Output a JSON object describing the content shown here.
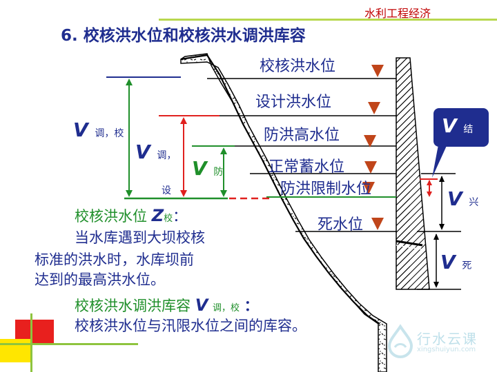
{
  "header": {
    "label": "水利工程经济"
  },
  "title": {
    "number": "6.",
    "text": "校核洪水位和校核洪水调洪库容"
  },
  "diagram": {
    "levels": [
      {
        "name": "校核洪水位"
      },
      {
        "name": "设计洪水位"
      },
      {
        "name": "防洪高水位"
      },
      {
        "name": "正常蓄水位"
      },
      {
        "name": "防洪限制水位"
      },
      {
        "name": "死水位"
      }
    ],
    "volumes": {
      "v_diao_xiao": {
        "main": "V",
        "sub": "调，校"
      },
      "v_diao_she": {
        "main": "V",
        "sub1": "调，",
        "sub2": "设"
      },
      "v_fang": {
        "main": "V",
        "sub": "防"
      },
      "v_jie": {
        "main": "V",
        "sub": "结"
      },
      "v_xing": {
        "main": "V",
        "sub": "兴"
      },
      "v_si": {
        "main": "V",
        "sub": "死"
      }
    },
    "colors": {
      "green": "#1f8f2a",
      "red": "#e0201e",
      "blue": "#1f2d8f",
      "triangle": "#c0451a"
    }
  },
  "body": {
    "def1_term": "校核洪水位",
    "def1_symbol": "Z",
    "def1_sub": "校",
    "def1_colon": "：",
    "def1_line1": "当水库遇到大坝校核",
    "def1_line2": "标准的洪水时，水库坝前",
    "def1_line3": "达到的最高洪水位。",
    "def2_term": "校核洪水调洪库容",
    "def2_symbol": "V",
    "def2_sub": "调，校",
    "def2_colon": "：",
    "def2_line1": "校核洪水位与汛限水位之间的库容。"
  },
  "watermark": {
    "brand": "行水云课",
    "site": "xingshuiyun.com",
    "icon": "water-drop-logo-icon"
  }
}
